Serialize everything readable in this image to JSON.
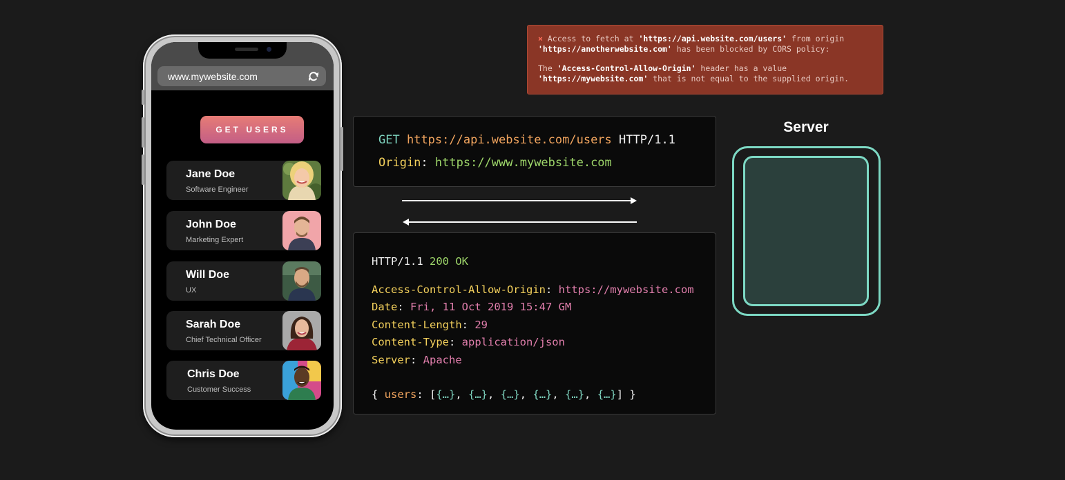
{
  "phone": {
    "url": "www.mywebsite.com",
    "get_users_label": "GET USERS",
    "users": [
      {
        "name": "Jane Doe",
        "title": "Software Engineer"
      },
      {
        "name": "John Doe",
        "title": "Marketing Expert"
      },
      {
        "name": "Will Doe",
        "title": "UX"
      },
      {
        "name": "Sarah Doe",
        "title": "Chief Technical Officer"
      },
      {
        "name": "Chris Doe",
        "title": "Customer Success"
      }
    ]
  },
  "cors_error": {
    "icon": "×",
    "line1_a": "Access to fetch at ",
    "line1_b": "'https://api.website.com/users'",
    "line1_c": " from origin",
    "line2_a": "'https://anotherwebsite.com'",
    "line2_b": " has been blocked by CORS policy:",
    "line3_a": "The ",
    "line3_b": "'Access-Control-Allow-Origin'",
    "line3_c": " header has a value",
    "line4_a": "'https://mywebsite.com'",
    "line4_b": " that is not equal to the supplied origin."
  },
  "request": {
    "method": "GET",
    "url": "https://api.website.com/users",
    "protocol": "HTTP/1.1",
    "origin_key": "Origin",
    "origin_value": "https://www.mywebsite.com"
  },
  "response": {
    "protocol": "HTTP/1.1",
    "status": "200 OK",
    "headers": [
      {
        "key": "Access-Control-Allow-Origin",
        "value": "https://mywebsite.com"
      },
      {
        "key": "Date",
        "value": "Fri, 11 Oct 2019 15:47 GM"
      },
      {
        "key": "Content-Length",
        "value": "29"
      },
      {
        "key": "Content-Type",
        "value": "application/json"
      },
      {
        "key": "Server",
        "value": "Apache"
      }
    ],
    "body_open": "{ ",
    "body_key": "users",
    "body_colon": ": [",
    "body_items": [
      "{…}",
      "{…}",
      "{…}",
      "{…}",
      "{…}",
      "{…}"
    ],
    "body_close": "] }"
  },
  "server": {
    "title": "Server"
  },
  "colors": {
    "accent_teal": "#7dd9c4",
    "error_bg": "#8a3626",
    "button_gradient_top": "#e77c75",
    "button_gradient_bottom": "#c35e86"
  }
}
